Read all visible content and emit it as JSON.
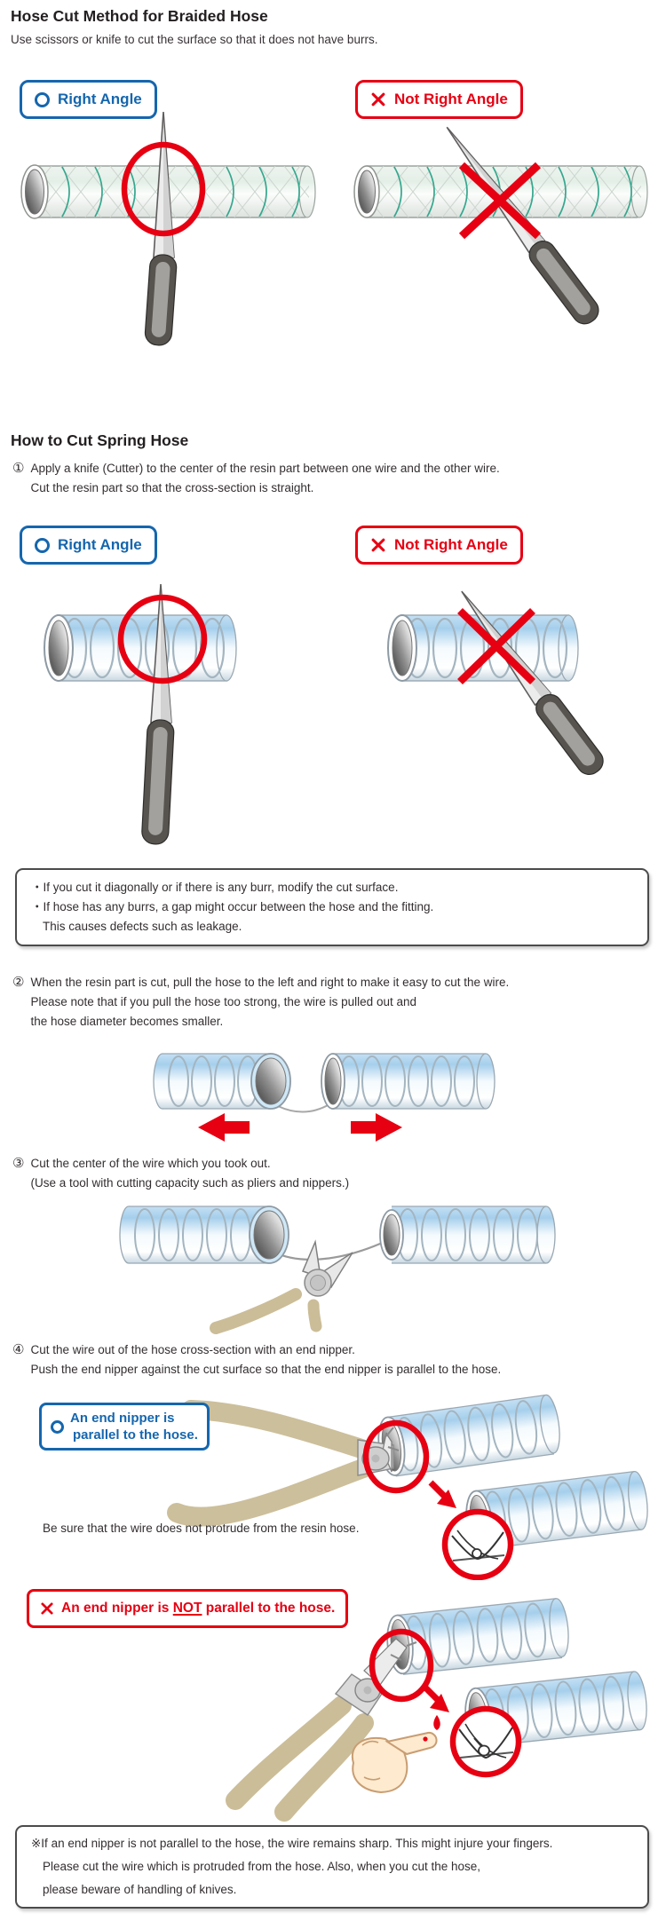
{
  "colors": {
    "accent_blue": "#1566ae",
    "accent_red": "#e60012",
    "braid_green": "#35a78e",
    "spring_hose_blue": "#a9d2ee",
    "nipper_handle_tan": "#cbbd98",
    "skin": "#fdeacf"
  },
  "icons": {
    "ok_icon": "circle-outline",
    "ng_icon": "x-mark"
  },
  "braided_section": {
    "title": "Hose Cut Method for Braided Hose",
    "subtitle": "Use scissors or knife to cut the surface so that it does not have burrs.",
    "ok_label": "Right Angle",
    "ng_label": "Not Right Angle"
  },
  "spring_section": {
    "title": "How to Cut Spring Hose",
    "ok_label": "Right Angle",
    "ng_label": "Not Right Angle",
    "steps": [
      {
        "num": "①",
        "lines": [
          "Apply a knife (Cutter) to the center of the resin part between one wire and the other wire.",
          "Cut the resin part so that the cross-section is straight."
        ]
      },
      {
        "num": "②",
        "lines": [
          "When the resin part is cut, pull the hose to the left and right to make it easy to cut the wire.",
          "Please note that if you pull the hose too strong, the wire is pulled out and",
          "the hose diameter becomes smaller."
        ]
      },
      {
        "num": "③",
        "lines": [
          "Cut the center of the wire which you took out.",
          "(Use a tool with cutting capacity such as pliers and nippers.)"
        ]
      },
      {
        "num": "④",
        "lines": [
          "Cut the wire out of the hose cross-section with an end nipper.",
          "Push the end nipper against the cut surface so that the end nipper is parallel to the hose."
        ]
      }
    ],
    "burr_note": [
      "・If you cut it diagonally or if there is any burr, modify the cut surface.",
      "・If hose has any burrs, a gap might occur between the hose and the fitting.",
      "This causes defects such as leakage."
    ],
    "nipper_ok_line1": "An end nipper is",
    "nipper_ok_line2": "parallel to the hose.",
    "wire_caution": "Be sure that the wire does not protrude from the resin hose.",
    "nipper_ng_prefix": "An end nipper is ",
    "nipper_ng_not": "NOT",
    "nipper_ng_suffix": " parallel to the hose.",
    "final_note": [
      "※If an end nipper is not parallel to the hose, the wire remains sharp. This might injure your fingers.",
      "Please cut the wire which is protruded from the hose. Also, when you cut the hose,",
      "please beware of handling of knives."
    ]
  }
}
